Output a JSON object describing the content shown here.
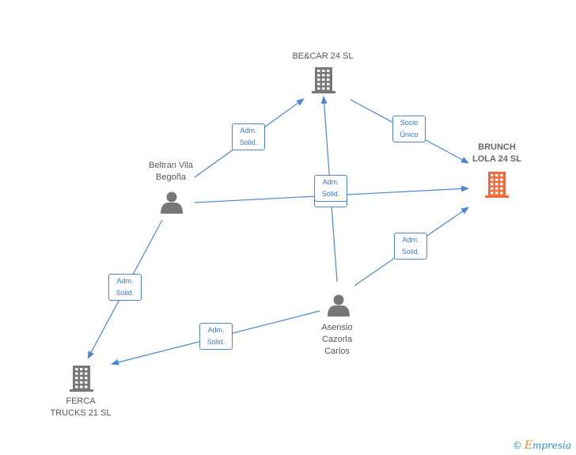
{
  "nodes": {
    "becar": {
      "label": "BE&CAR 24  SL",
      "type": "company",
      "color": "#777777"
    },
    "brunch": {
      "label": "BRUNCH\nLOLA 24  SL",
      "type": "company",
      "color": "#f26b3a"
    },
    "beltran": {
      "label": "Beltran Vila\nBegoña",
      "type": "person",
      "color": "#777777"
    },
    "asensio": {
      "label": "Asensio\nCazorla\nCarlos",
      "type": "person",
      "color": "#777777"
    },
    "ferca": {
      "label": "FERCA\nTRUCKS 21  SL",
      "type": "company",
      "color": "#777777"
    }
  },
  "edges": [
    {
      "from": "beltran",
      "to": "becar",
      "label": "Adm.\nSolid."
    },
    {
      "from": "becar",
      "to": "brunch",
      "label": "Socio\nÚnico"
    },
    {
      "from": "beltran",
      "to": "brunch",
      "label": "Adm.\nSolid."
    },
    {
      "from": "asensio",
      "to": "becar",
      "label": "Adm.\nSolid."
    },
    {
      "from": "asensio",
      "to": "brunch",
      "label": "Adm.\nSolid."
    },
    {
      "from": "beltran",
      "to": "ferca",
      "label": "Adm.\nSolid."
    },
    {
      "from": "asensio",
      "to": "ferca",
      "label": "Adm.\nSolid."
    }
  ],
  "colors": {
    "edge": "#4a86d4",
    "node": "#777777",
    "highlight": "#f26b3a"
  },
  "footer": {
    "copyright": "©",
    "brand_initial": "E",
    "brand_rest": "mpresia"
  }
}
